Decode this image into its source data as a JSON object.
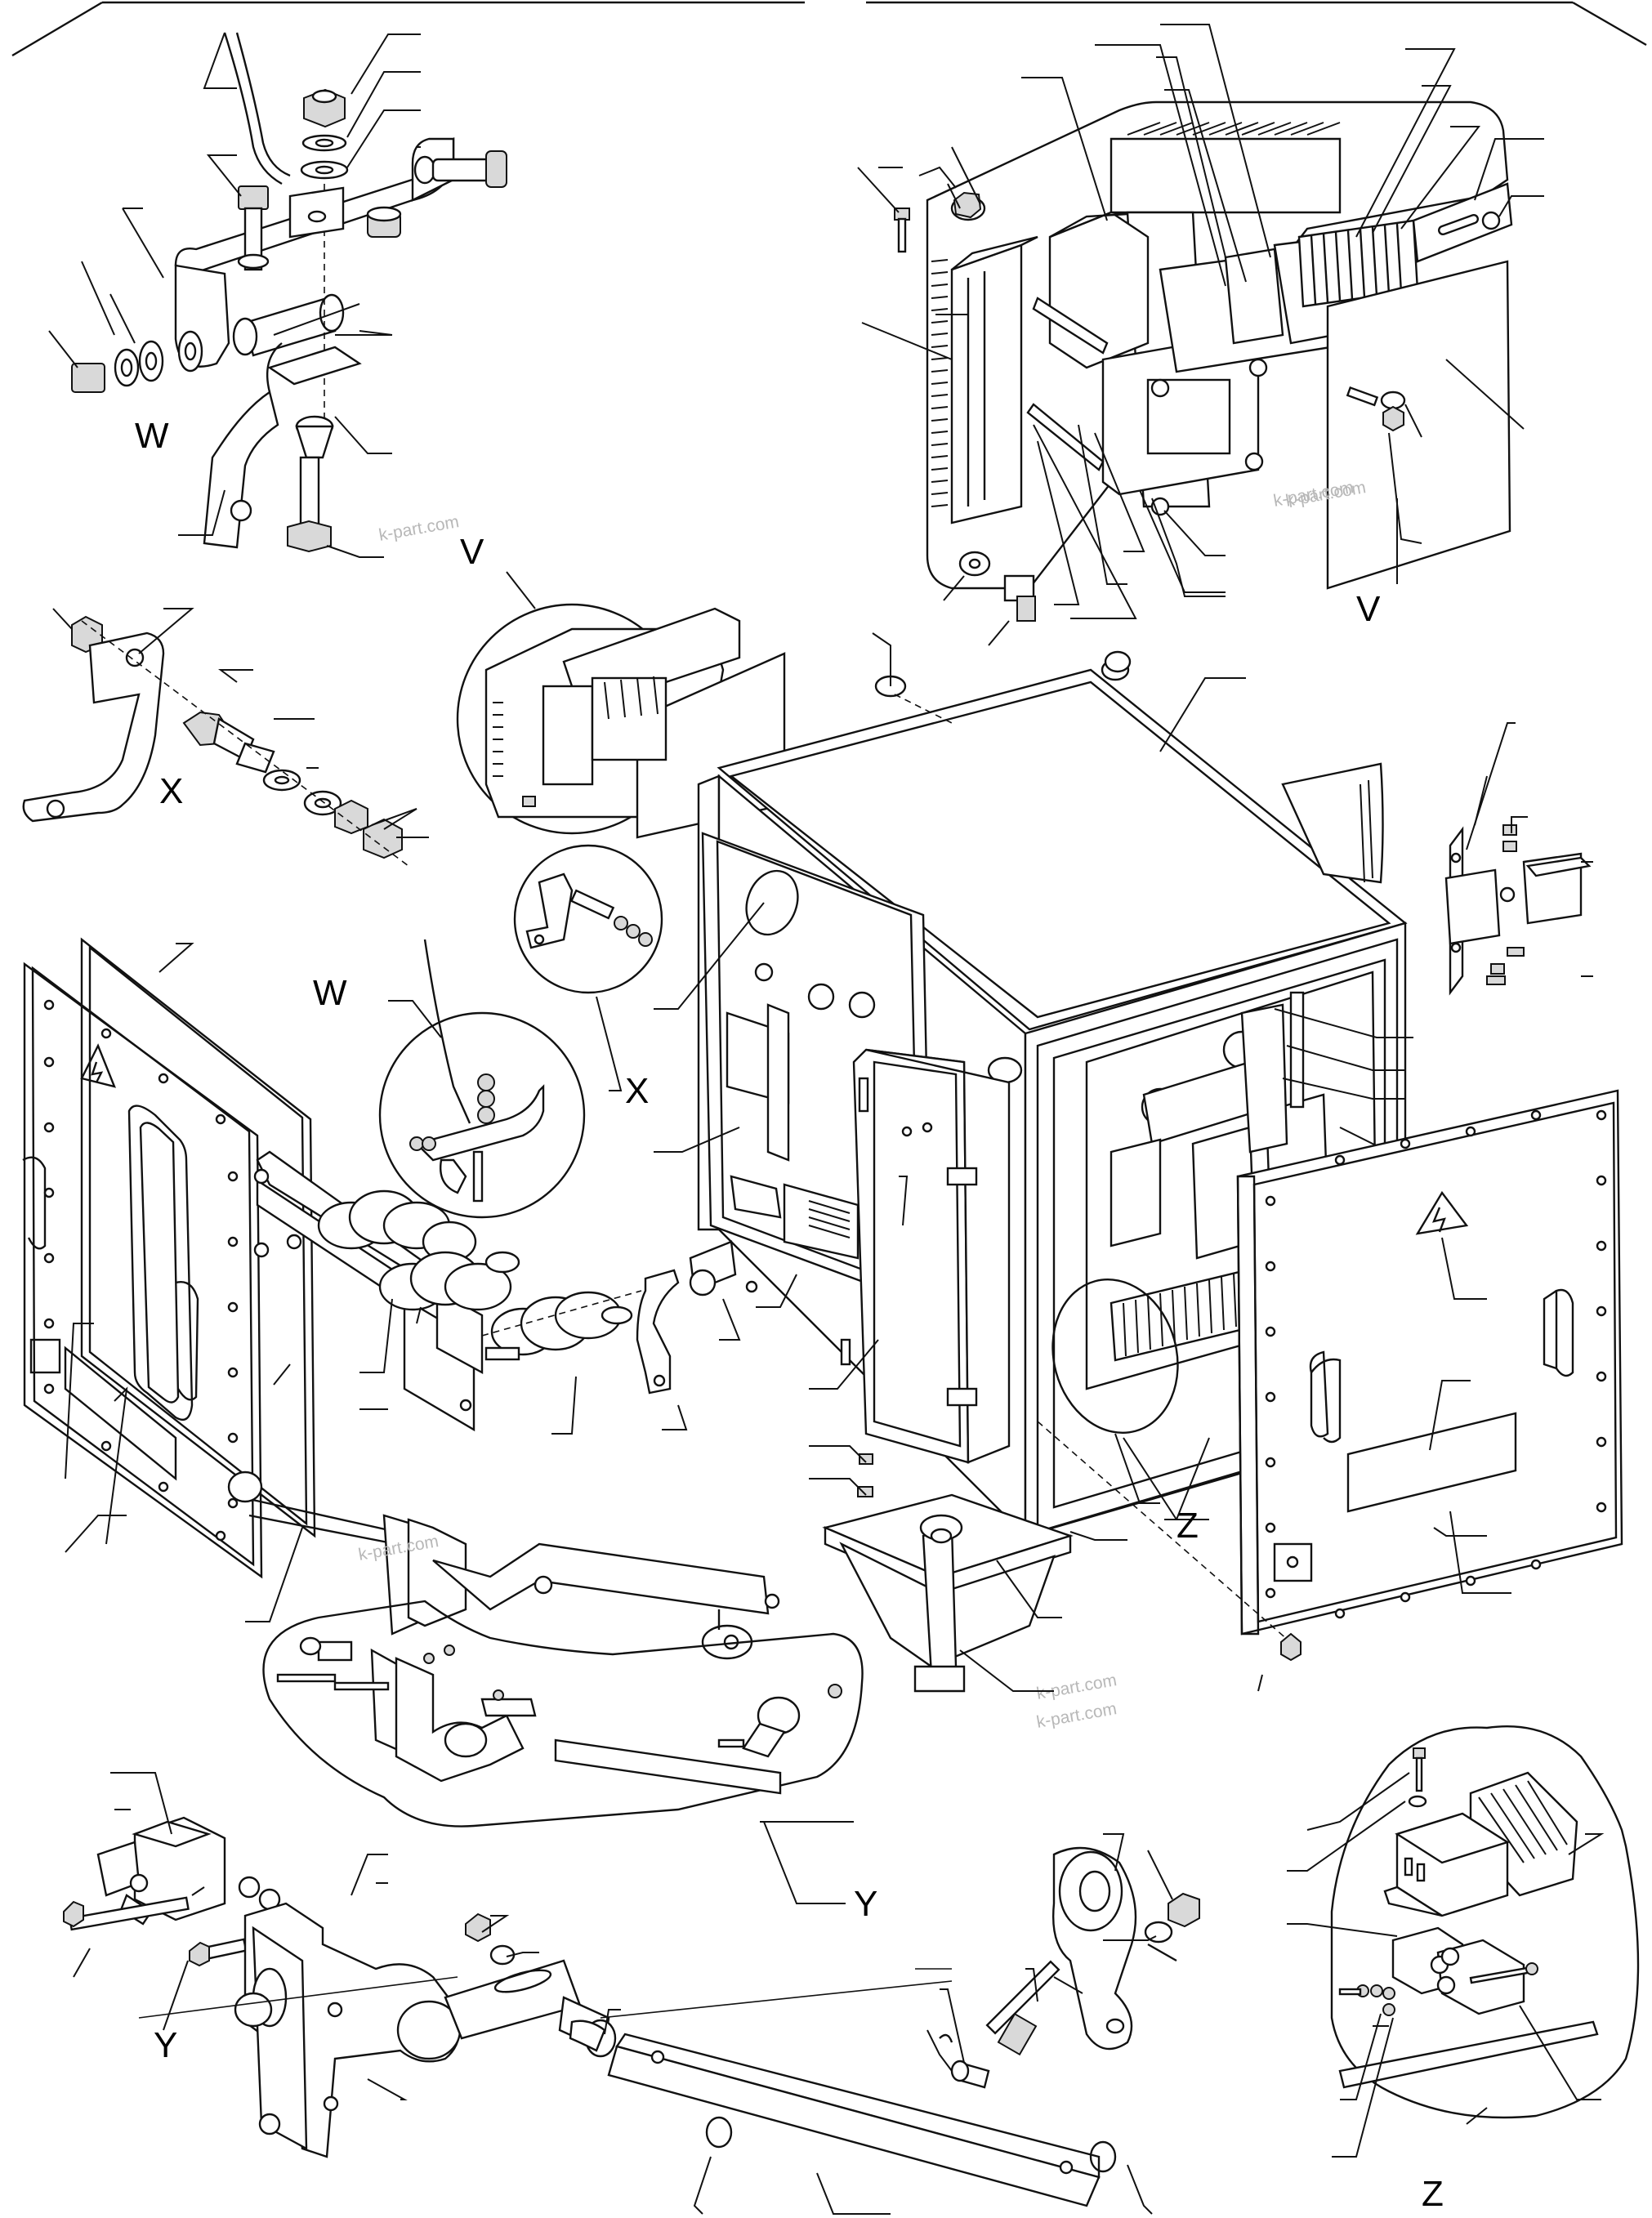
{
  "diagram": {
    "view_labels": {
      "w_top": "W",
      "v_top": "V",
      "x_left": "X",
      "v_callout": "V",
      "w_callout": "W",
      "x_callout": "X",
      "z_callout": "Z",
      "y_callout": "Y",
      "y_bottom": "Y",
      "z_bottom": "Z"
    },
    "watermark": "k-part.com",
    "icons": {
      "hv_warning": "lightning-bolt-warning-icon"
    }
  }
}
